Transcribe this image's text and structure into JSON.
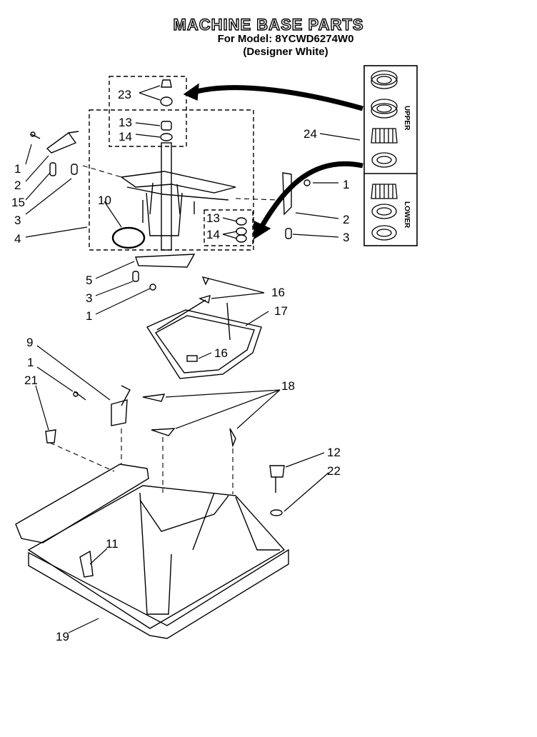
{
  "header": {
    "title": "MACHINE BASE PARTS",
    "model_line": "For Model: 8YCWD6274W0",
    "variant_line": "(Designer White)"
  },
  "inset": {
    "upper_label": "UPPER",
    "lower_label": "LOWER"
  },
  "callouts": {
    "c23": "23",
    "c13a": "13",
    "c14a": "14",
    "c24": "24",
    "c1a": "1",
    "c2a": "2",
    "c15": "15",
    "c3a": "3",
    "c4": "4",
    "c10": "10",
    "c1b": "1",
    "c2b": "2",
    "c3b": "3",
    "c13b": "13",
    "c14b": "14",
    "c5": "5",
    "c3c": "3",
    "c1c": "1",
    "c16a": "16",
    "c17": "17",
    "c16b": "16",
    "c9": "9",
    "c1d": "1",
    "c21": "21",
    "c18": "18",
    "c12": "12",
    "c22": "22",
    "c11": "11",
    "c19": "19"
  }
}
